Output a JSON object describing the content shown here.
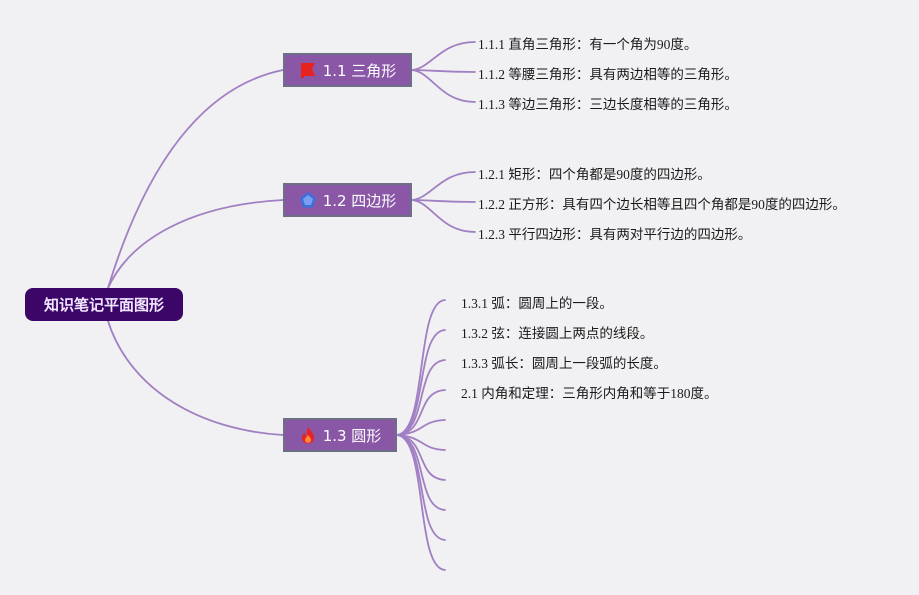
{
  "colors": {
    "background": "#f1f0f3",
    "root_fill": "#3b0667",
    "topic_fill": "#8a57a7",
    "topic_border": "#6c6f86",
    "connector": "#a07fc2"
  },
  "root": {
    "label": "知识笔记平面图形"
  },
  "topics": [
    {
      "label": "1.1 三角形",
      "icon": "red-flag-icon",
      "items": [
        "1.1.1 直角三角形：有一个角为90度。",
        "1.1.2 等腰三角形：具有两边相等的三角形。",
        "1.1.3 等边三角形：三边长度相等的三角形。"
      ]
    },
    {
      "label": "1.2 四边形",
      "icon": "blue-pentagon-icon",
      "items": [
        "1.2.1 矩形：四个角都是90度的四边形。",
        "1.2.2 正方形：具有四个边长相等且四个角都是90度的四边形。",
        "1.2.3 平行四边形：具有两对平行边的四边形。"
      ]
    },
    {
      "label": "1.3 圆形",
      "icon": "fire-icon",
      "items": [
        "1.3.1 弧：圆周上的一段。",
        "1.3.2 弦：连接圆上两点的线段。",
        "1.3.3 弧长：圆周上一段弧的长度。",
        "2.1 内角和定理：三角形内角和等于180度。"
      ]
    }
  ]
}
